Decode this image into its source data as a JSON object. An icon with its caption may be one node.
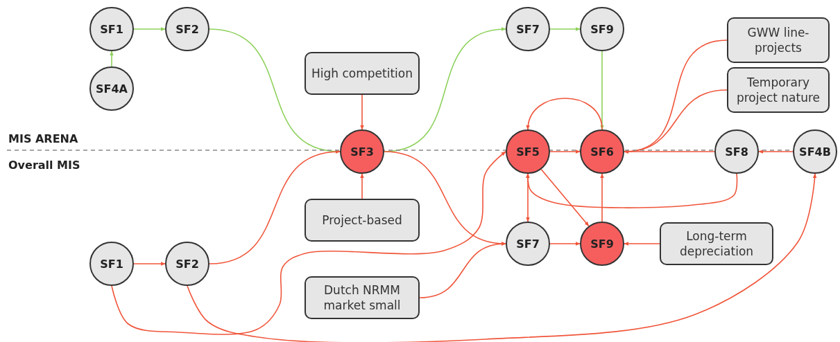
{
  "diagram": {
    "nodes": [
      {
        "text": [
          "SF1"
        ]
      },
      {
        "text": [
          "SF2"
        ]
      },
      {
        "text": [
          "SF7"
        ]
      },
      {
        "text": [
          "SF9"
        ]
      },
      {
        "text": [
          "GWW line-projects"
        ]
      },
      {
        "text": [
          "High competition"
        ]
      },
      {
        "text": [
          "SF4A"
        ]
      },
      {
        "text": [
          "Temporary project nature"
        ]
      },
      {
        "text": [
          "SF3"
        ]
      },
      {
        "text": [
          "SF5"
        ]
      },
      {
        "text": [
          "SF6"
        ]
      },
      {
        "text": [
          "SF8"
        ]
      },
      {
        "text": [
          "SF4B"
        ]
      },
      {
        "text": [
          "Project-based"
        ]
      },
      {
        "text": [
          "SF1"
        ]
      },
      {
        "text": [
          "SF2"
        ]
      },
      {
        "text": [
          "SF7"
        ]
      },
      {
        "text": [
          "SF9"
        ]
      },
      {
        "text": [
          "Long-term depreciation"
        ]
      },
      {
        "text": [
          "Dutch NRMM market small"
        ]
      }
    ],
    "edges": [
      {
        "from": 6,
        "to": 0,
        "arrow": "to",
        "color": "#8ed15c"
      },
      {
        "from": 0,
        "to": 1,
        "arrow": "to",
        "color": "#8ed15c"
      },
      {
        "from": 1,
        "to": 8,
        "arrow": "to",
        "color": "#8ed15c"
      },
      {
        "from": 8,
        "to": 2,
        "arrow": "to",
        "color": "#8ed15c"
      },
      {
        "from": 2,
        "to": 3,
        "arrow": "to",
        "color": "#8ed15c"
      },
      {
        "from": 3,
        "to": 10,
        "arrow": "to",
        "color": "#8ed15c"
      },
      {
        "from": 5,
        "to": 8,
        "arrow": "to"
      },
      {
        "from": 13,
        "to": 8,
        "arrow": "to"
      },
      {
        "from": 15,
        "to": 8,
        "arrow": "to"
      },
      {
        "from": 14,
        "to": 15,
        "arrow": "to"
      },
      {
        "from": 8,
        "to": 16,
        "arrow": "to"
      },
      {
        "from": 14,
        "to": 9,
        "arrow": "to"
      },
      {
        "from": 15,
        "to": 12,
        "arrow": "to"
      },
      {
        "from": 9,
        "to": 10,
        "arrow": "to"
      },
      {
        "from": 10,
        "to": 9,
        "arrow": "to"
      },
      {
        "from": 4,
        "to": 10,
        "arrow": "to"
      },
      {
        "from": 7,
        "to": 10,
        "arrow": "to"
      },
      {
        "from": 11,
        "to": 10,
        "arrow": "to"
      },
      {
        "from": 12,
        "to": 11,
        "arrow": "to"
      },
      {
        "from": 11,
        "to": 9,
        "arrow": "to"
      },
      {
        "from": 9,
        "to": 16,
        "arrow": "both"
      },
      {
        "from": 9,
        "to": 17,
        "arrow": "to"
      },
      {
        "from": 16,
        "to": 17,
        "arrow": "to"
      },
      {
        "from": 17,
        "to": 10,
        "arrow": "to"
      },
      {
        "from": 18,
        "to": 17,
        "arrow": "to"
      },
      {
        "from": 19,
        "to": 16,
        "arrow": "to"
      }
    ],
    "labels": [
      "MIS ARENA",
      "Overall MIS"
    ]
  }
}
